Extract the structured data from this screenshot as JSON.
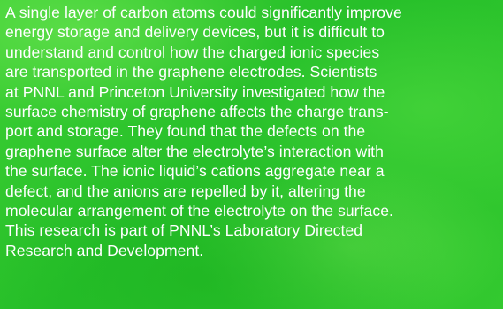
{
  "article": {
    "lines": [
      "A single layer of carbon atoms could significantly improve",
      "energy storage and delivery devices, but it is difficult to",
      "understand and control how the charged ionic species",
      "are transported in the graphene electrodes. Scientists",
      "at PNNL and Princeton University investigated how the",
      "surface chemistry of graphene affects the charge trans-",
      "port and storage. They found that the defects on the",
      "graphene surface alter the electrolyte’s interaction with",
      "the surface. The ionic liquid’s cations aggregate near a",
      "defect, and the anions are repelled by it, altering the",
      "molecular arrangement of the electrolyte on the surface.",
      "This research is part of PNNL’s Laboratory Directed",
      "Research and Development."
    ]
  },
  "colors": {
    "background": "#2fc92c",
    "text": "#ffffff"
  }
}
